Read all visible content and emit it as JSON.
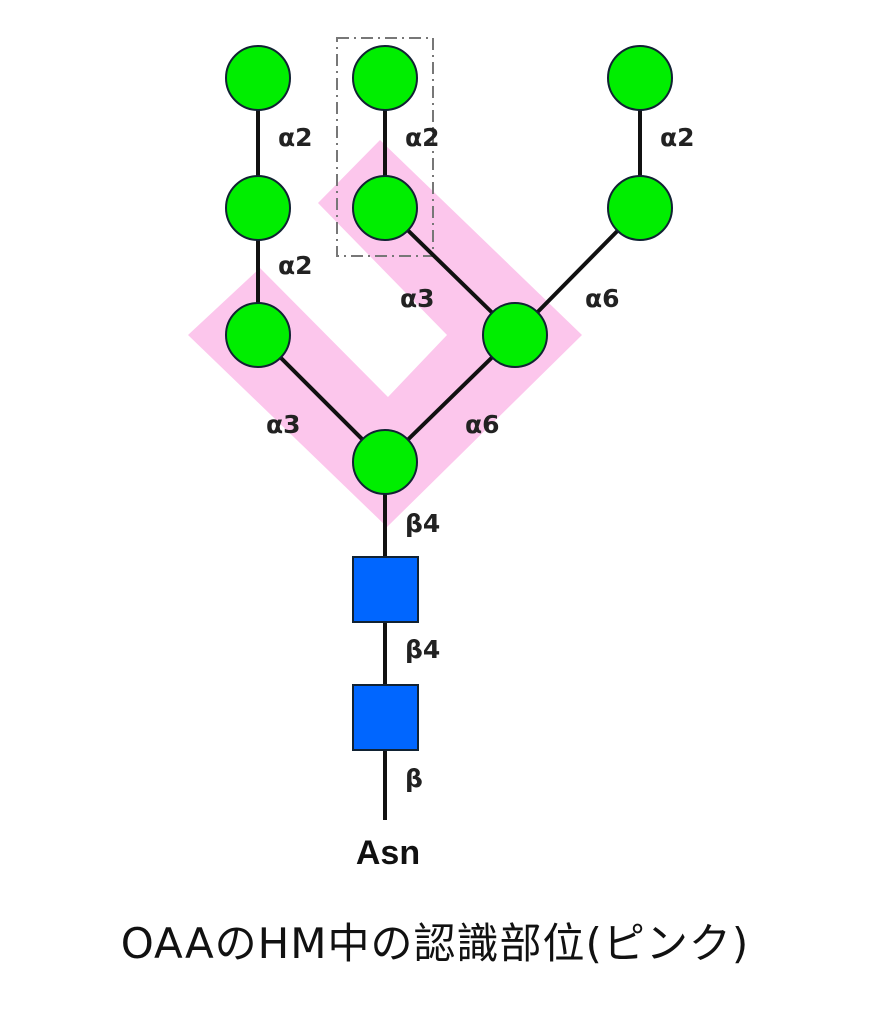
{
  "diagram": {
    "linkages": {
      "l_top_left": "α2",
      "l_top_mid": "α2",
      "l_top_right": "α2",
      "l_mid_left": "α2",
      "l_a3_inner": "α3",
      "l_a6_outer": "α6",
      "l_a3_core": "α3",
      "l_a6_core": "α6",
      "l_b4_top": "β4",
      "l_b4_mid": "β4",
      "l_b_bottom": "β"
    },
    "root_label": "Asn",
    "caption": "OAAのHM中の認識部位(ピンク)",
    "colors": {
      "mannose": "#00ee00",
      "glcnac": "#0066ff",
      "recognition_site": "#fcc6ec"
    }
  }
}
